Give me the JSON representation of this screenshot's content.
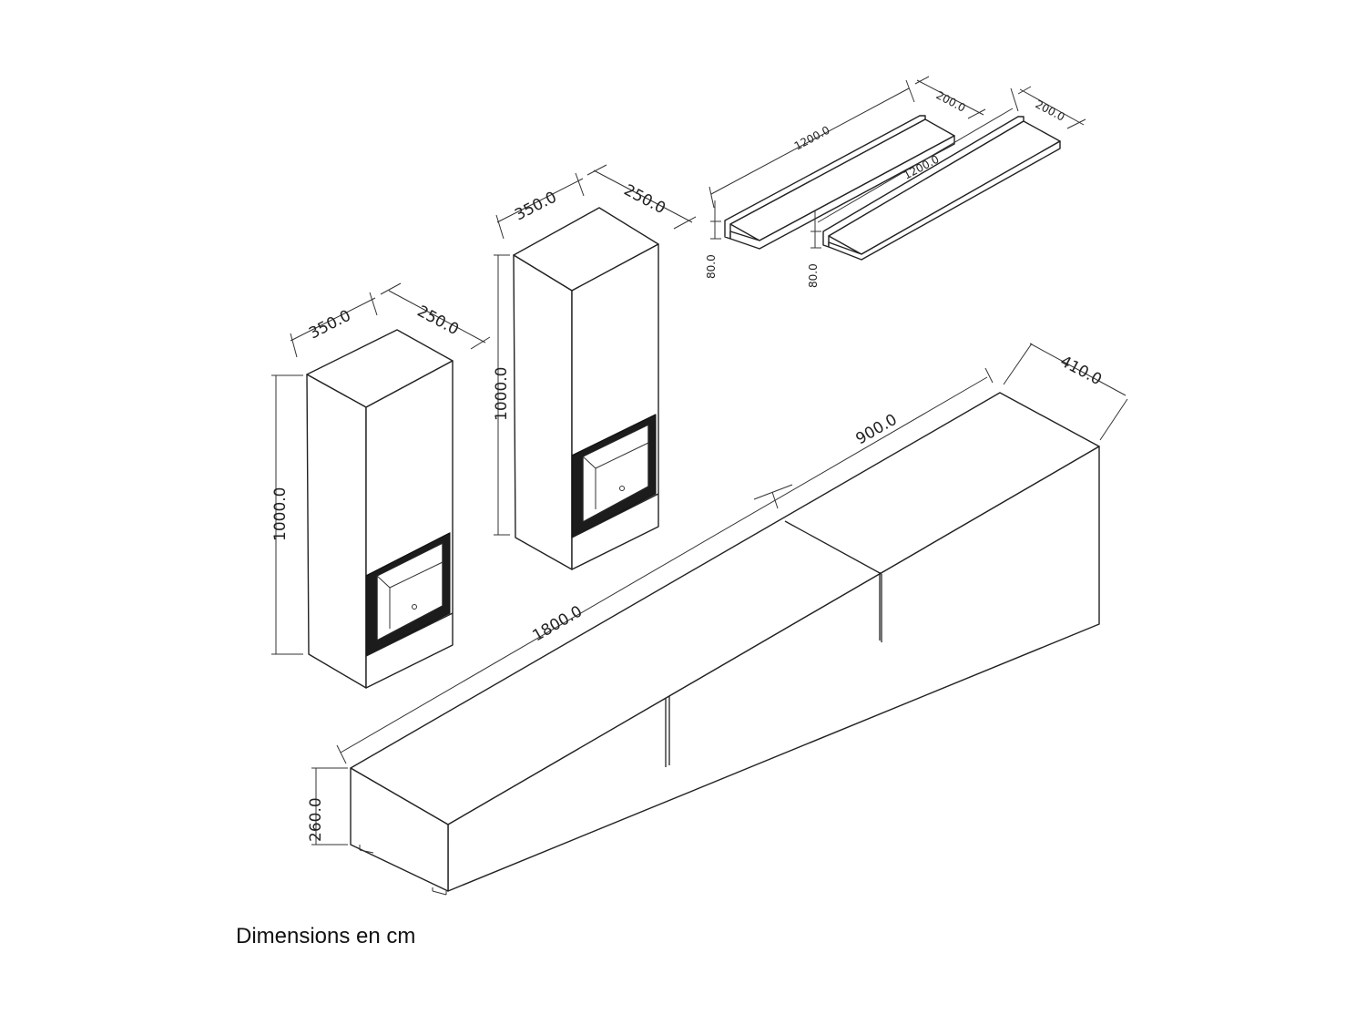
{
  "caption": "Dimensions en cm",
  "colors": {
    "line": "#222222",
    "background": "#ffffff",
    "glass_frame": "#1c1c1c"
  },
  "components": {
    "cabinet_left": {
      "width": "350.0",
      "depth": "250.0",
      "height": "1000.0"
    },
    "cabinet_right": {
      "width": "350.0",
      "depth": "250.0",
      "height": "1000.0"
    },
    "shelf_left": {
      "length": "1200.0",
      "depth": "200.0",
      "height": "80.0"
    },
    "shelf_right": {
      "length": "1200.0",
      "depth": "200.0",
      "height": "80.0"
    },
    "tv_unit": {
      "length": "1800.0",
      "module_length": "900.0",
      "depth": "410.0",
      "height": "260.0"
    }
  }
}
